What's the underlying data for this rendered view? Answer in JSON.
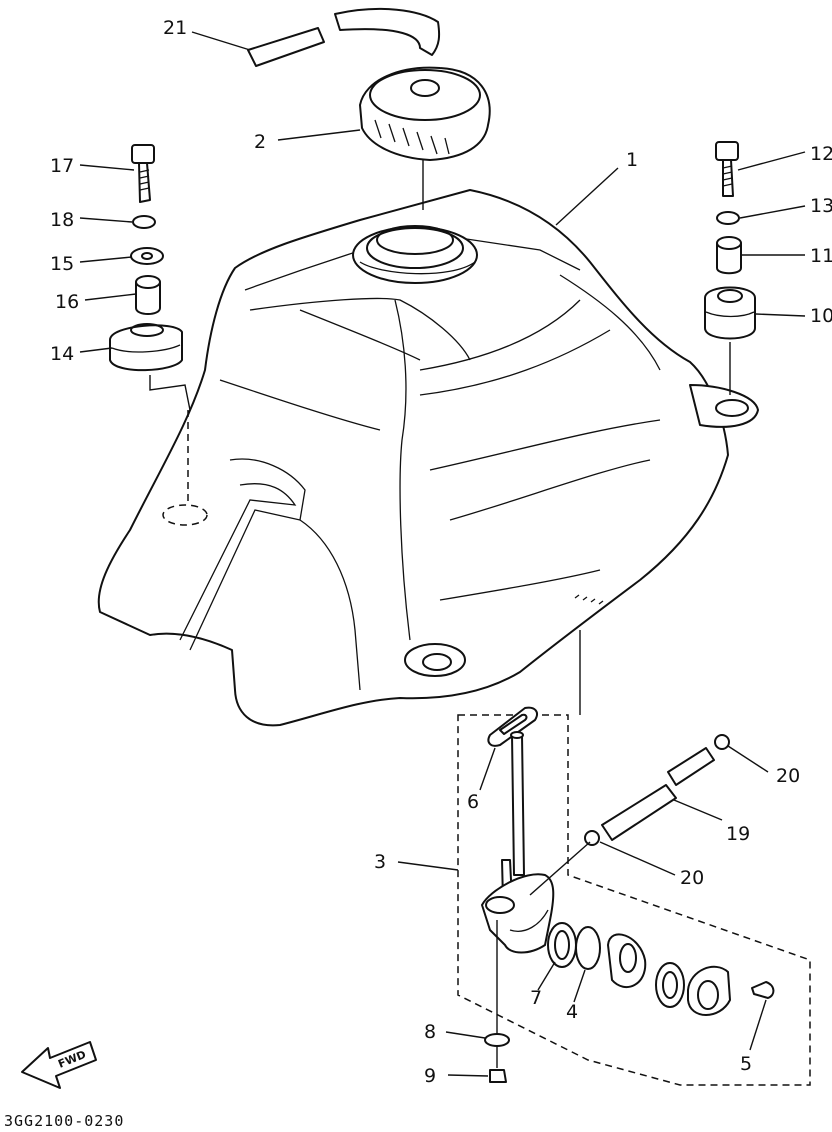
{
  "callouts": {
    "c1": "1",
    "c2": "2",
    "c3": "3",
    "c4": "4",
    "c5": "5",
    "c6": "6",
    "c7": "7",
    "c8": "8",
    "c9": "9",
    "c10": "10",
    "c11": "11",
    "c12": "12",
    "c13": "13",
    "c14": "14",
    "c15": "15",
    "c16": "16",
    "c17": "17",
    "c18": "18",
    "c19": "19",
    "c20a": "20",
    "c20b": "20",
    "c21": "21"
  },
  "fwd_label": "FWD",
  "reference_code": "3GG2100-0230"
}
